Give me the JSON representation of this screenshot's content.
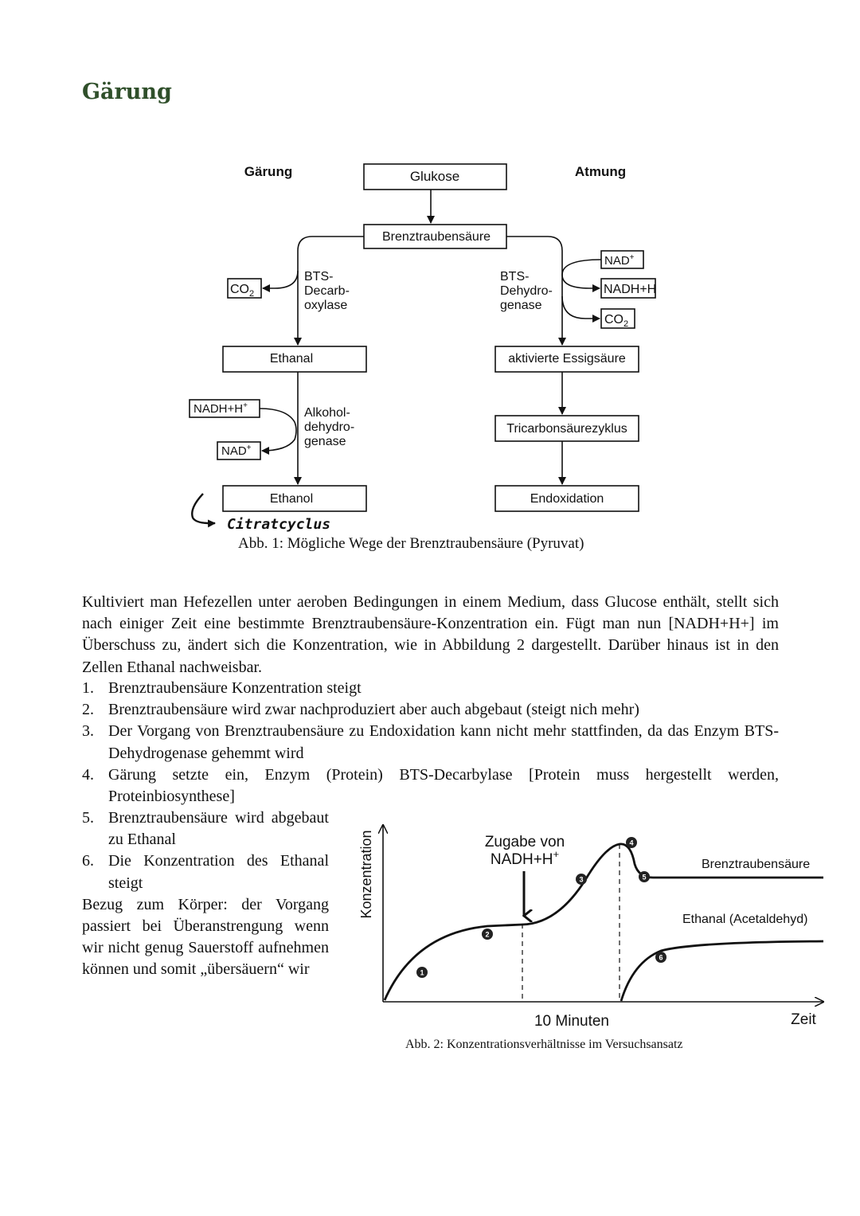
{
  "page": {
    "title": "Gärung"
  },
  "figure1": {
    "heading_left": "Gärung",
    "heading_right": "Atmung",
    "glukose": "Glukose",
    "bts": "Brenztraubensäure",
    "co2_left": "CO",
    "co2_sub": "2",
    "decarb": [
      "BTS-",
      "Decarb-",
      "oxylase"
    ],
    "dehydro": [
      "BTS-",
      "Dehydro-",
      "genase"
    ],
    "nad_plus": "NAD",
    "plus_sup": "+",
    "nadh_right": "NADH+H",
    "co2_right": "CO",
    "ethanal": "Ethanal",
    "aktivierte": "aktivierte Essigsäure",
    "nadh_left": "NADH+H",
    "nad_left": "NAD",
    "alkohol": [
      "Alkohol-",
      "dehydro-",
      "genase"
    ],
    "tricarbon": "Tricarbonsäurezyklus",
    "ethanol": "Ethanol",
    "endoxidation": "Endoxidation",
    "handwritten": "Citratcyclus",
    "caption": "Abb. 1: Mögliche Wege der Brenztraubensäure (Pyruvat)"
  },
  "text": {
    "paragraph": "Kultiviert man Hefezellen unter aeroben Bedingungen in einem Medium, dass Glucose enthält, stellt sich nach einiger Zeit eine bestimmte Brenztraubensäure-Konzentration ein. Fügt man nun [NADH+H+] im Überschuss zu, ändert sich die Konzentration, wie in Abbildung 2 dargestellt. Darüber hinaus ist in den Zellen Ethanal nachweisbar.",
    "items": [
      {
        "num": "1.",
        "text": "Brenztraubensäure Konzentration steigt"
      },
      {
        "num": "2.",
        "text": "Brenztraubensäure wird zwar nachproduziert aber auch abgebaut (steigt nich mehr)"
      },
      {
        "num": "3.",
        "text": "Der Vorgang von Brenztraubensäure zu Endoxidation kann nicht mehr stattfinden, da das Enzym BTS-Dehydrogenase gehemmt wird"
      },
      {
        "num": "4.",
        "text": "Gärung setzte ein, Enzym (Protein) BTS-Decarbylase [Protein muss hergestellt werden, Proteinbiosynthese]"
      }
    ],
    "items2": [
      {
        "num": "5.",
        "text": "Brenztraubensäure wird abgebaut zu Ethanal"
      },
      {
        "num": "6.",
        "text": "Die Konzentration des Ethanal steigt"
      }
    ],
    "bezug": "Bezug zum Körper: der Vorgang passiert bei Überanstrengung wenn wir nicht genug Sauerstoff aufnehmen können und somit „übersäuern“ wir"
  },
  "figure2": {
    "ylabel": "Konzentration",
    "xlabel": "Zeit",
    "xtick": "10 Minuten",
    "annotation_1": "Zugabe von",
    "annotation_2": "NADH+H",
    "annotation_sup": "+",
    "series": [
      {
        "name": "Brenztraubensäure"
      },
      {
        "name": "Ethanal (Acetaldehyd)"
      }
    ],
    "markers": [
      "1",
      "2",
      "3",
      "4",
      "5",
      "6"
    ],
    "caption": "Abb. 2: Konzentrationsverhältnisse im Versuchsansatz"
  }
}
